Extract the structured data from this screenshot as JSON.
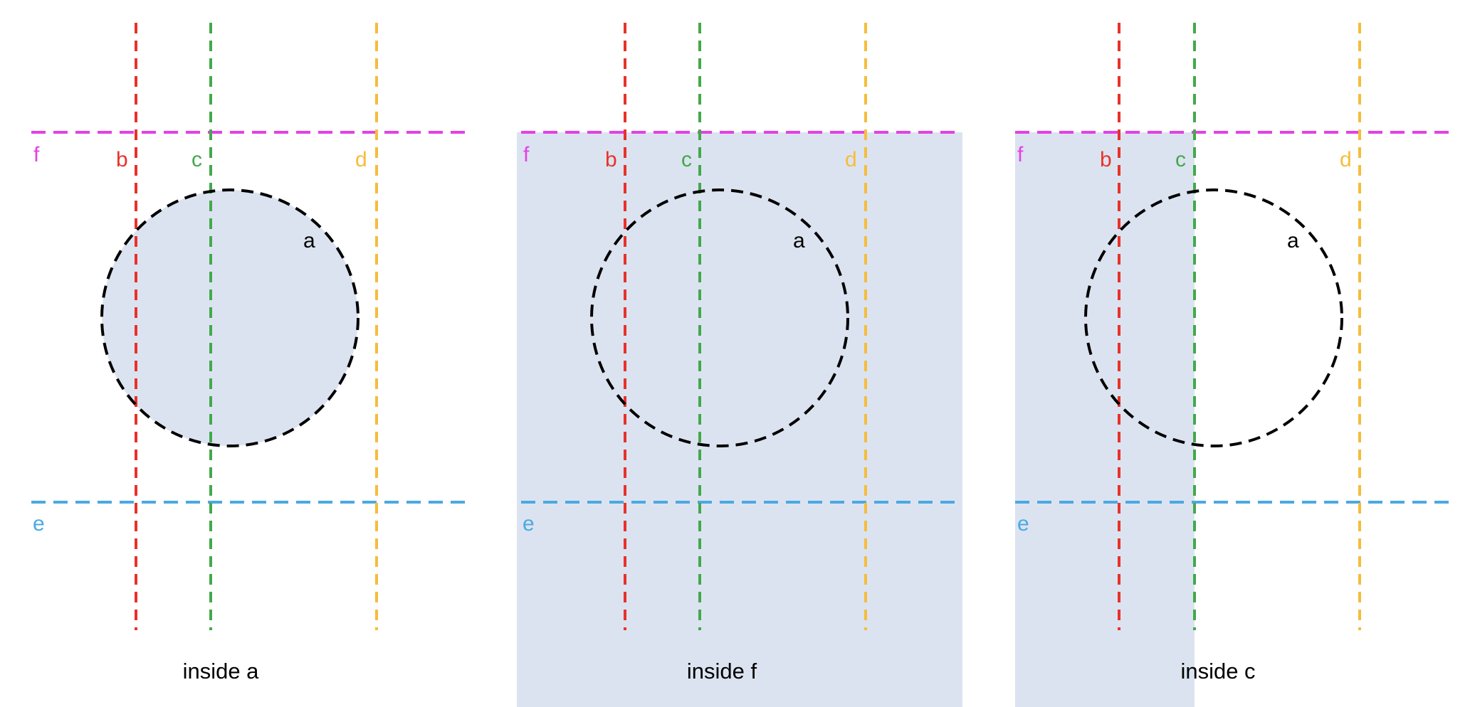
{
  "colors": {
    "shade": "#dce3f0",
    "circle": "#000000",
    "a": "#000000",
    "b": "#e8322a",
    "c": "#43a94c",
    "d": "#f5bd3c",
    "e": "#4aa9e3",
    "f": "#e440e6"
  },
  "labels": {
    "a": "a",
    "b": "b",
    "c": "c",
    "d": "d",
    "e": "e",
    "f": "f"
  },
  "panels": [
    {
      "caption": "inside a",
      "shaded_region": "a"
    },
    {
      "caption": "inside f",
      "shaded_region": "f"
    },
    {
      "caption": "inside c",
      "shaded_region": "c"
    }
  ]
}
